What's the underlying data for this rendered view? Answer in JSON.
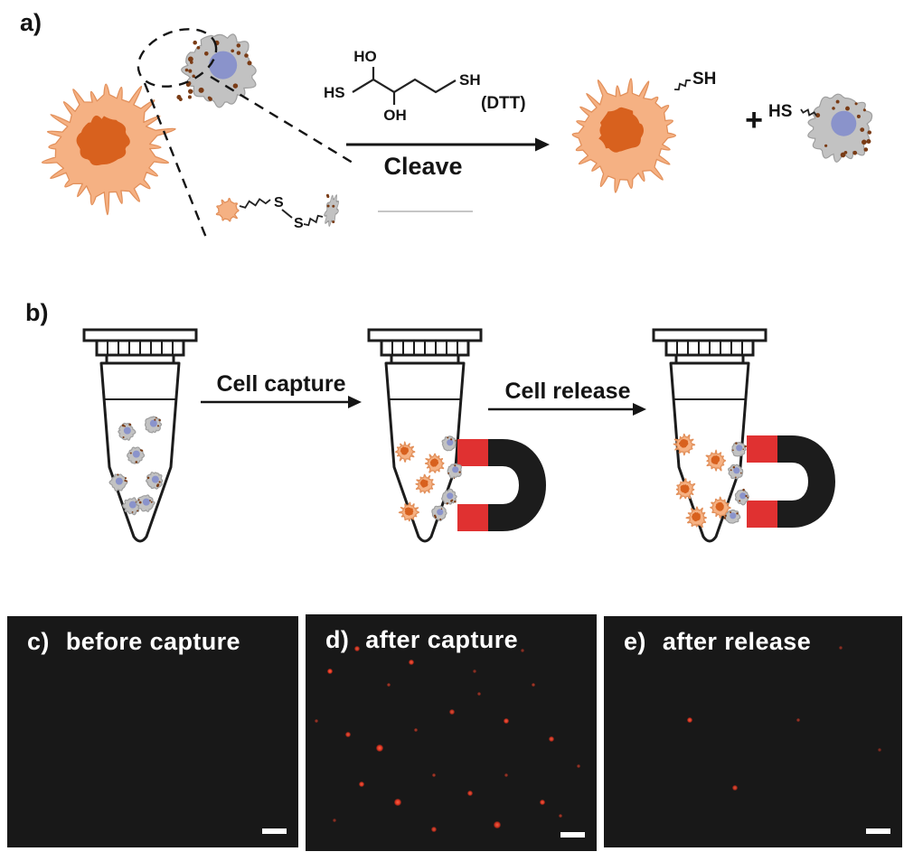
{
  "figure": {
    "panel_a": {
      "label": "a)",
      "chem": {
        "ho": "HO",
        "sh": "SH",
        "hs": "HS",
        "oh": "OH",
        "dtt": "(DTT)"
      },
      "cleave": "Cleave",
      "zoom": {
        "s1": "S",
        "s2": "S"
      },
      "products": {
        "sh": "SH",
        "plus": "+",
        "hs": "HS"
      }
    },
    "panel_b": {
      "label": "b)",
      "capture_label": "Cell capture",
      "release_label": "Cell release"
    },
    "micrographs": [
      {
        "label": "c)",
        "title": "before capture",
        "dots": []
      },
      {
        "label": "d)",
        "title": "after capture",
        "dots": [
          [
            27,
            63,
            3,
            0.95
          ],
          [
            57,
            38,
            3,
            0.85
          ],
          [
            92,
            78,
            2,
            0.6
          ],
          [
            117,
            53,
            3,
            0.9
          ],
          [
            12,
            118,
            2,
            0.55
          ],
          [
            47,
            133,
            3,
            0.85
          ],
          [
            82,
            148,
            4,
            0.95
          ],
          [
            122,
            128,
            2,
            0.6
          ],
          [
            162,
            108,
            3,
            0.8
          ],
          [
            192,
            88,
            2,
            0.55
          ],
          [
            222,
            118,
            3,
            0.9
          ],
          [
            252,
            78,
            2,
            0.6
          ],
          [
            272,
            138,
            3,
            0.85
          ],
          [
            302,
            168,
            2,
            0.55
          ],
          [
            62,
            188,
            3,
            0.9
          ],
          [
            102,
            208,
            4,
            0.95
          ],
          [
            142,
            178,
            2,
            0.6
          ],
          [
            182,
            198,
            3,
            0.85
          ],
          [
            222,
            178,
            2,
            0.55
          ],
          [
            262,
            208,
            3,
            0.9
          ],
          [
            32,
            228,
            2,
            0.5
          ],
          [
            142,
            238,
            3,
            0.8
          ],
          [
            212,
            233,
            4,
            0.9
          ],
          [
            282,
            223,
            2,
            0.6
          ],
          [
            187,
            63,
            2,
            0.5
          ],
          [
            240,
            40,
            2,
            0.5
          ]
        ]
      },
      {
        "label": "e)",
        "title": "after release",
        "dots": [
          [
            95,
            115,
            3,
            0.9
          ],
          [
            215,
            115,
            2,
            0.55
          ],
          [
            145,
            190,
            3,
            0.8
          ],
          [
            262,
            35,
            2,
            0.5
          ],
          [
            305,
            148,
            2,
            0.45
          ]
        ]
      }
    ],
    "colors": {
      "cell_body": "#f5b183",
      "cell_edge": "#e2905b",
      "nucleus": "#d8611e",
      "gray_cell": "#c2c2c2",
      "gray_edge": "#9e9e9e",
      "blue_nucleus": "#8a93cb",
      "bead_dot": "#7a3c16",
      "magnet_black": "#1c1c1c",
      "magnet_red": "#e03131",
      "micro_bg": "#181818",
      "dot_red": "#e8321e",
      "ink": "#1c1c1c"
    }
  }
}
